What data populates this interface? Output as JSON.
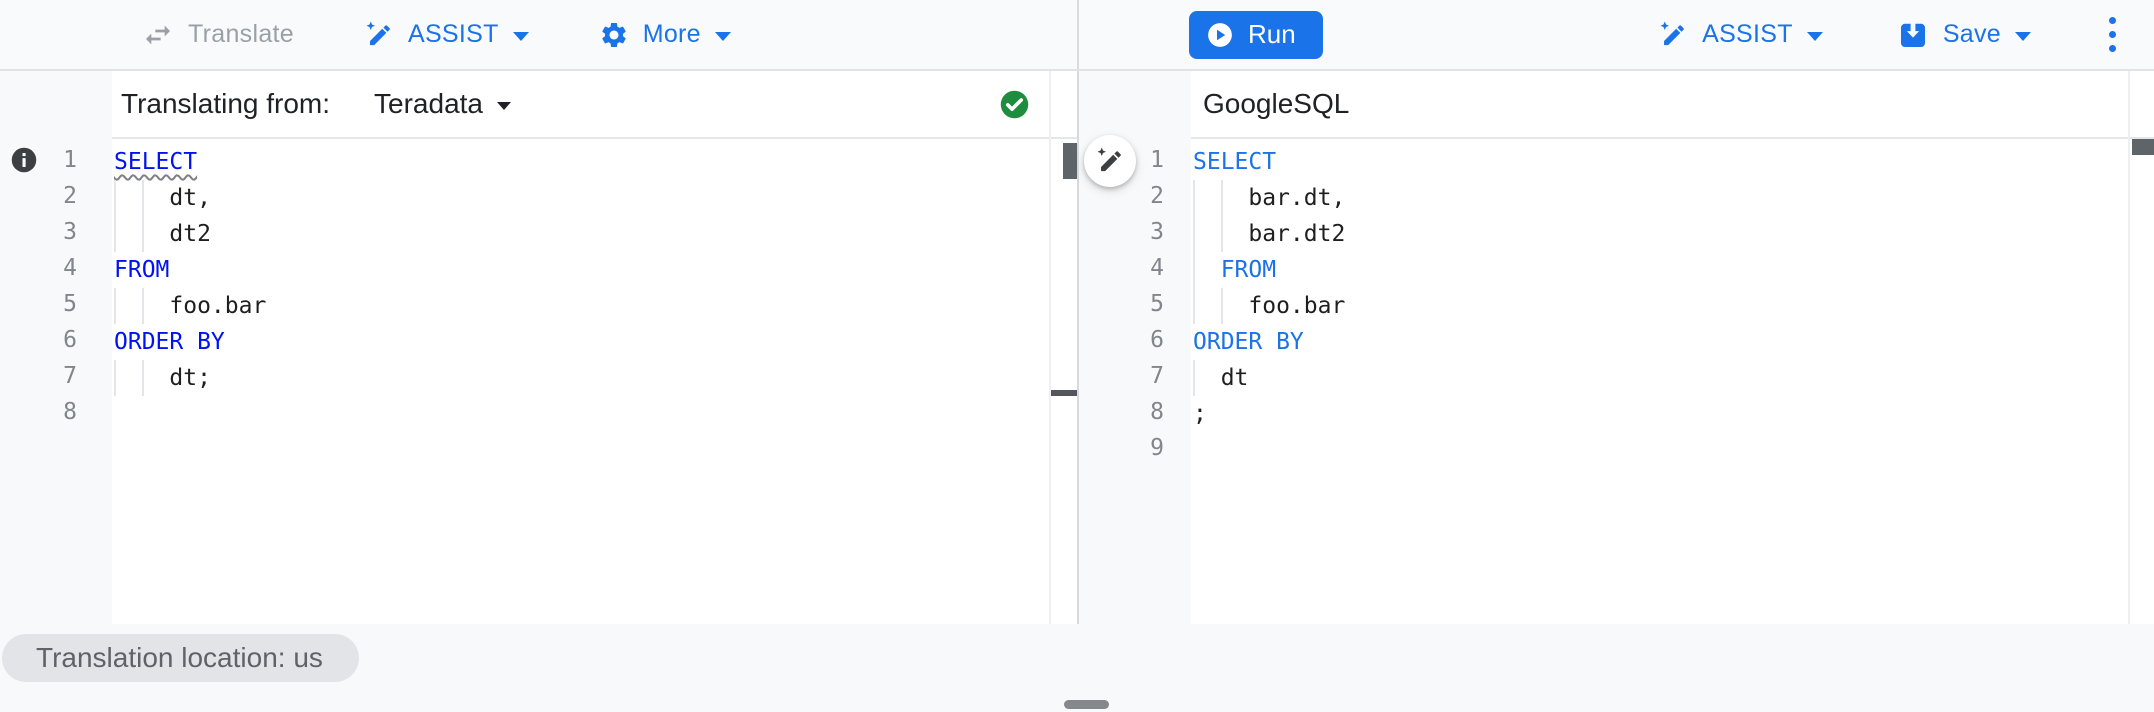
{
  "toolbar": {
    "translate_label": "Translate",
    "assist_left_label": "ASSIST",
    "more_label": "More",
    "run_label": "Run",
    "assist_right_label": "ASSIST",
    "save_label": "Save",
    "icons": [
      "swap-horiz-icon",
      "pen-spark-icon",
      "gear-icon",
      "play-circle-icon",
      "save-box-icon",
      "more-vert-icon"
    ]
  },
  "left_panel": {
    "header_label": "Translating from:",
    "dialect": "Teradata",
    "status_icon": "success-check",
    "gutter_icon": "info-icon",
    "editor": {
      "lines": [
        {
          "num": 1,
          "guides": [],
          "segments": [
            {
              "text": "SELECT",
              "type": "keyword",
              "squiggle": true
            }
          ]
        },
        {
          "num": 2,
          "guides": [
            0,
            2
          ],
          "segments": [
            {
              "text": "    dt,",
              "type": "plain"
            }
          ]
        },
        {
          "num": 3,
          "guides": [
            0,
            2
          ],
          "segments": [
            {
              "text": "    dt2",
              "type": "plain"
            }
          ]
        },
        {
          "num": 4,
          "guides": [],
          "segments": [
            {
              "text": "FROM",
              "type": "keyword"
            }
          ]
        },
        {
          "num": 5,
          "guides": [
            0,
            2
          ],
          "segments": [
            {
              "text": "    foo.bar",
              "type": "plain"
            }
          ]
        },
        {
          "num": 6,
          "guides": [],
          "segments": [
            {
              "text": "ORDER BY",
              "type": "keyword"
            }
          ]
        },
        {
          "num": 7,
          "guides": [
            0,
            2
          ],
          "segments": [
            {
              "text": "    dt;",
              "type": "plain"
            }
          ]
        },
        {
          "num": 8,
          "guides": [],
          "segments": []
        }
      ]
    }
  },
  "right_panel": {
    "header_label": "GoogleSQL",
    "fab_icon": "pen-spark-icon",
    "editor": {
      "lines": [
        {
          "num": 1,
          "guides": [],
          "segments": [
            {
              "text": "SELECT",
              "type": "keyword"
            }
          ]
        },
        {
          "num": 2,
          "guides": [
            0,
            2
          ],
          "segments": [
            {
              "text": "    bar.dt,",
              "type": "plain"
            }
          ]
        },
        {
          "num": 3,
          "guides": [
            0,
            2
          ],
          "segments": [
            {
              "text": "    bar.dt2",
              "type": "plain"
            }
          ]
        },
        {
          "num": 4,
          "guides": [
            0
          ],
          "segments": [
            {
              "text": "  ",
              "type": "plain"
            },
            {
              "text": "FROM",
              "type": "keyword"
            }
          ]
        },
        {
          "num": 5,
          "guides": [
            0,
            2
          ],
          "segments": [
            {
              "text": "    foo.bar",
              "type": "plain"
            }
          ]
        },
        {
          "num": 6,
          "guides": [],
          "segments": [
            {
              "text": "ORDER BY",
              "type": "keyword"
            }
          ]
        },
        {
          "num": 7,
          "guides": [
            0
          ],
          "segments": [
            {
              "text": "  dt",
              "type": "plain"
            }
          ]
        },
        {
          "num": 8,
          "guides": [],
          "segments": [
            {
              "text": ";",
              "type": "plain"
            }
          ]
        },
        {
          "num": 9,
          "guides": [],
          "segments": []
        }
      ]
    }
  },
  "footer": {
    "location_label": "Translation location: us"
  },
  "colors": {
    "accent_blue": "#1a73e8",
    "keyword_left": "#0012f0",
    "keyword_right": "#1a73e8",
    "success_green": "#1e8e3e",
    "disabled_gray": "#9aa0a6"
  }
}
